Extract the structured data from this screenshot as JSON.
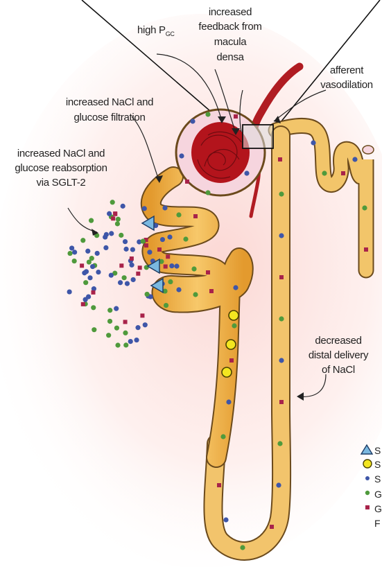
{
  "labels": {
    "high_p_main": "high P",
    "high_p_sub": "GC",
    "feedback": [
      "increased",
      "feedback from",
      "macula",
      "densa"
    ],
    "afferent": [
      "afferent",
      "vasodilation"
    ],
    "filtration": [
      "increased NaCl and",
      "glucose filtration"
    ],
    "reabsorption": [
      "increased NaCl and",
      "glucose reabsorption",
      "via SGLT-2"
    ],
    "distal": [
      "decreased",
      "distal delivery",
      "of NaCl"
    ]
  },
  "legend": {
    "items": [
      {
        "marker": "triangle",
        "text": "S"
      },
      {
        "marker": "circle-yellow",
        "text": "S"
      },
      {
        "marker": "dot-blue",
        "text": "S"
      },
      {
        "marker": "dot-green",
        "text": "G"
      },
      {
        "marker": "square-red",
        "text": "G"
      }
    ],
    "extra_text": "F"
  },
  "colors": {
    "tubule_fill": "#f2b955",
    "tubule_edge": "#6b4a1c",
    "tubule_light": "#f8d58a",
    "glomerulus": "#b3141c",
    "capsule": "#f6d5de",
    "arteriole": "#b01c22",
    "na": "#3e56a8",
    "glucose": "#4f9a3c",
    "cl": "#a8234a",
    "sglt2": "#7ab8e0",
    "sglt1": "#f3e620"
  }
}
